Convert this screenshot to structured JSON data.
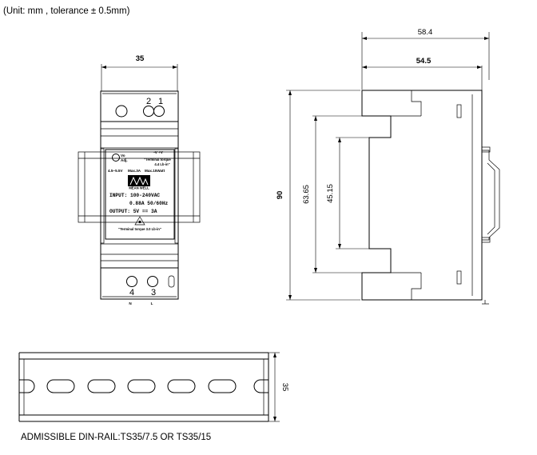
{
  "header": {
    "units_note": "(Unit: mm , tolerance ± 0.5mm)"
  },
  "front_view": {
    "width_dim": "35",
    "top_terminals": [
      "2",
      "1"
    ],
    "bottom_terminals": [
      "4",
      "3"
    ],
    "bottom_terminal_labels": [
      "N",
      "L"
    ],
    "label": {
      "top_polarity": "-V  +V",
      "vo_adj": "Vo",
      "vo_adj2": "Adj.",
      "torque_top": "\"Terminal torque",
      "torque_top2": "4.4 Lb-in\"",
      "range": "4.5~5.5V",
      "max_current": "Max.3A",
      "max_power": "Max.15Watt",
      "brand": "MEAN WELL",
      "input": "INPUT: 100-240VAC",
      "input2": "0.88A  50/60Hz",
      "output": "OUTPUT: 5V == 3A",
      "torque_bottom": "\"Terminal torque 3.0 Lb-in\""
    }
  },
  "side_view": {
    "depth_overall": "58.4",
    "depth_body": "54.5",
    "height": "90",
    "step_height": "63.65",
    "inner_height": "45.15"
  },
  "rail_view": {
    "height_dim": "35",
    "caption": "ADMISSIBLE DIN-RAIL:TS35/7.5 OR TS35/15"
  }
}
